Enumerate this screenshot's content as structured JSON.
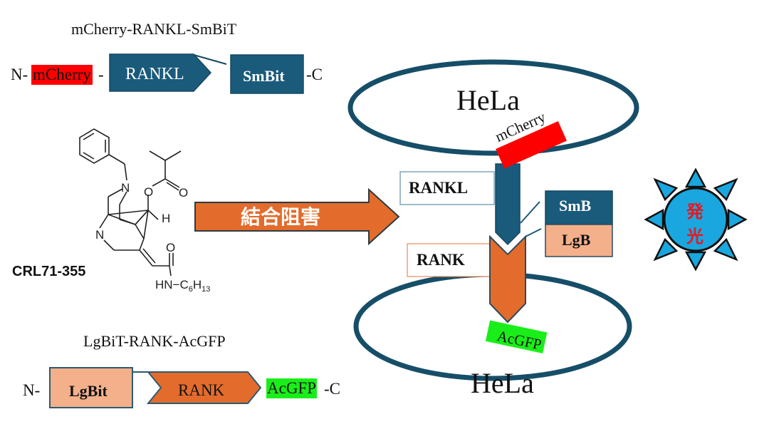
{
  "constructs": {
    "top": {
      "title": "mCherry-RANKL-SmBiT",
      "n_terminus": "N-",
      "tag": "mCherry",
      "tag_suffix": "-",
      "domain": "RANKL",
      "partner": "SmBit",
      "c_terminus": "-C"
    },
    "bottom": {
      "title": "LgBiT-RANK-AcGFP",
      "n_terminus": "N-",
      "partner": "LgBit",
      "domain": "RANK",
      "tag": "AcGFP",
      "c_terminus": "-C"
    }
  },
  "compound": {
    "name": "CRL71-355",
    "atoms": {
      "n1": "N",
      "n2": "N",
      "o_ester": "O",
      "o_carbonyl1": "O",
      "h": "H",
      "o_carbonyl2": "O",
      "amide": "HN−C",
      "sub6": "6",
      "h13": "H",
      "sub13": "13"
    }
  },
  "inhibition_arrow": {
    "label": "結合阻害"
  },
  "cell_assay": {
    "top_cell": "HeLa",
    "bottom_cell": "HeLa",
    "top_tag": "mCherry",
    "bottom_tag": "AcGFP",
    "ligand_label": "RANKL",
    "receptor_label": "RANK",
    "small_bit": "SmB",
    "large_bit": "LgB",
    "luminescence": [
      "発",
      "光"
    ]
  },
  "colors": {
    "teal": "#1a5a7a",
    "orange": "#e36c2c",
    "peach": "#f3b08b",
    "red": "#ff0000",
    "green": "#1aee1a",
    "sky": "#1aa7e0",
    "lum_text": "#e8171f",
    "cell_outline": "#164e68"
  }
}
